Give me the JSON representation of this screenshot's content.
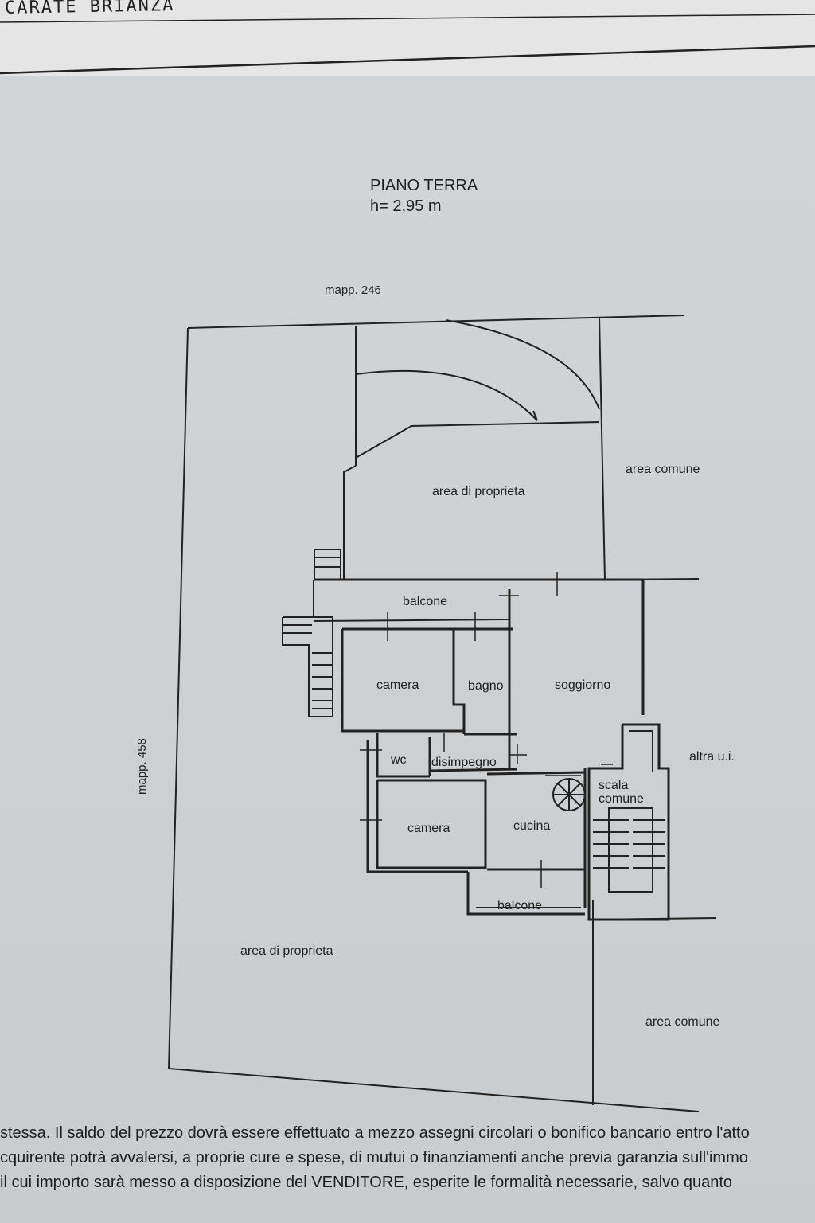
{
  "header": {
    "handwritten": "CARATE BRIANZA"
  },
  "title": {
    "floor": "PIANO TERRA",
    "height": "h= 2,95 m"
  },
  "labels": {
    "mapp_top": "mapp. 246",
    "mapp_left": "mapp. 458",
    "area_proprieta_top": "area di proprieta",
    "area_comune_top": "area comune",
    "balcone_top": "balcone",
    "camera_1": "camera",
    "bagno": "bagno",
    "soggiorno": "soggiorno",
    "wc": "wc",
    "disimpegno": "disimpegno",
    "scala_comune_1": "scala",
    "scala_comune_2": "comune",
    "altra_ui": "altra u.i.",
    "camera_2": "camera",
    "cucina": "cucina",
    "balcone_bottom": "balcone",
    "area_proprieta_bottom": "area di proprieta",
    "area_comune_bottom": "area comune"
  },
  "footer": {
    "line1": "stessa. Il saldo del prezzo dovrà essere effettuato a mezzo assegni circolari o bonifico bancario entro l'atto",
    "line2": "cquirente potrà avvalersi, a proprie cure e spese, di mutui o finanziamenti anche previa garanzia sull'immo",
    "line3": "il cui importo sarà messo a disposizione del VENDITORE, esperite le formalità necessarie, salvo quanto"
  }
}
